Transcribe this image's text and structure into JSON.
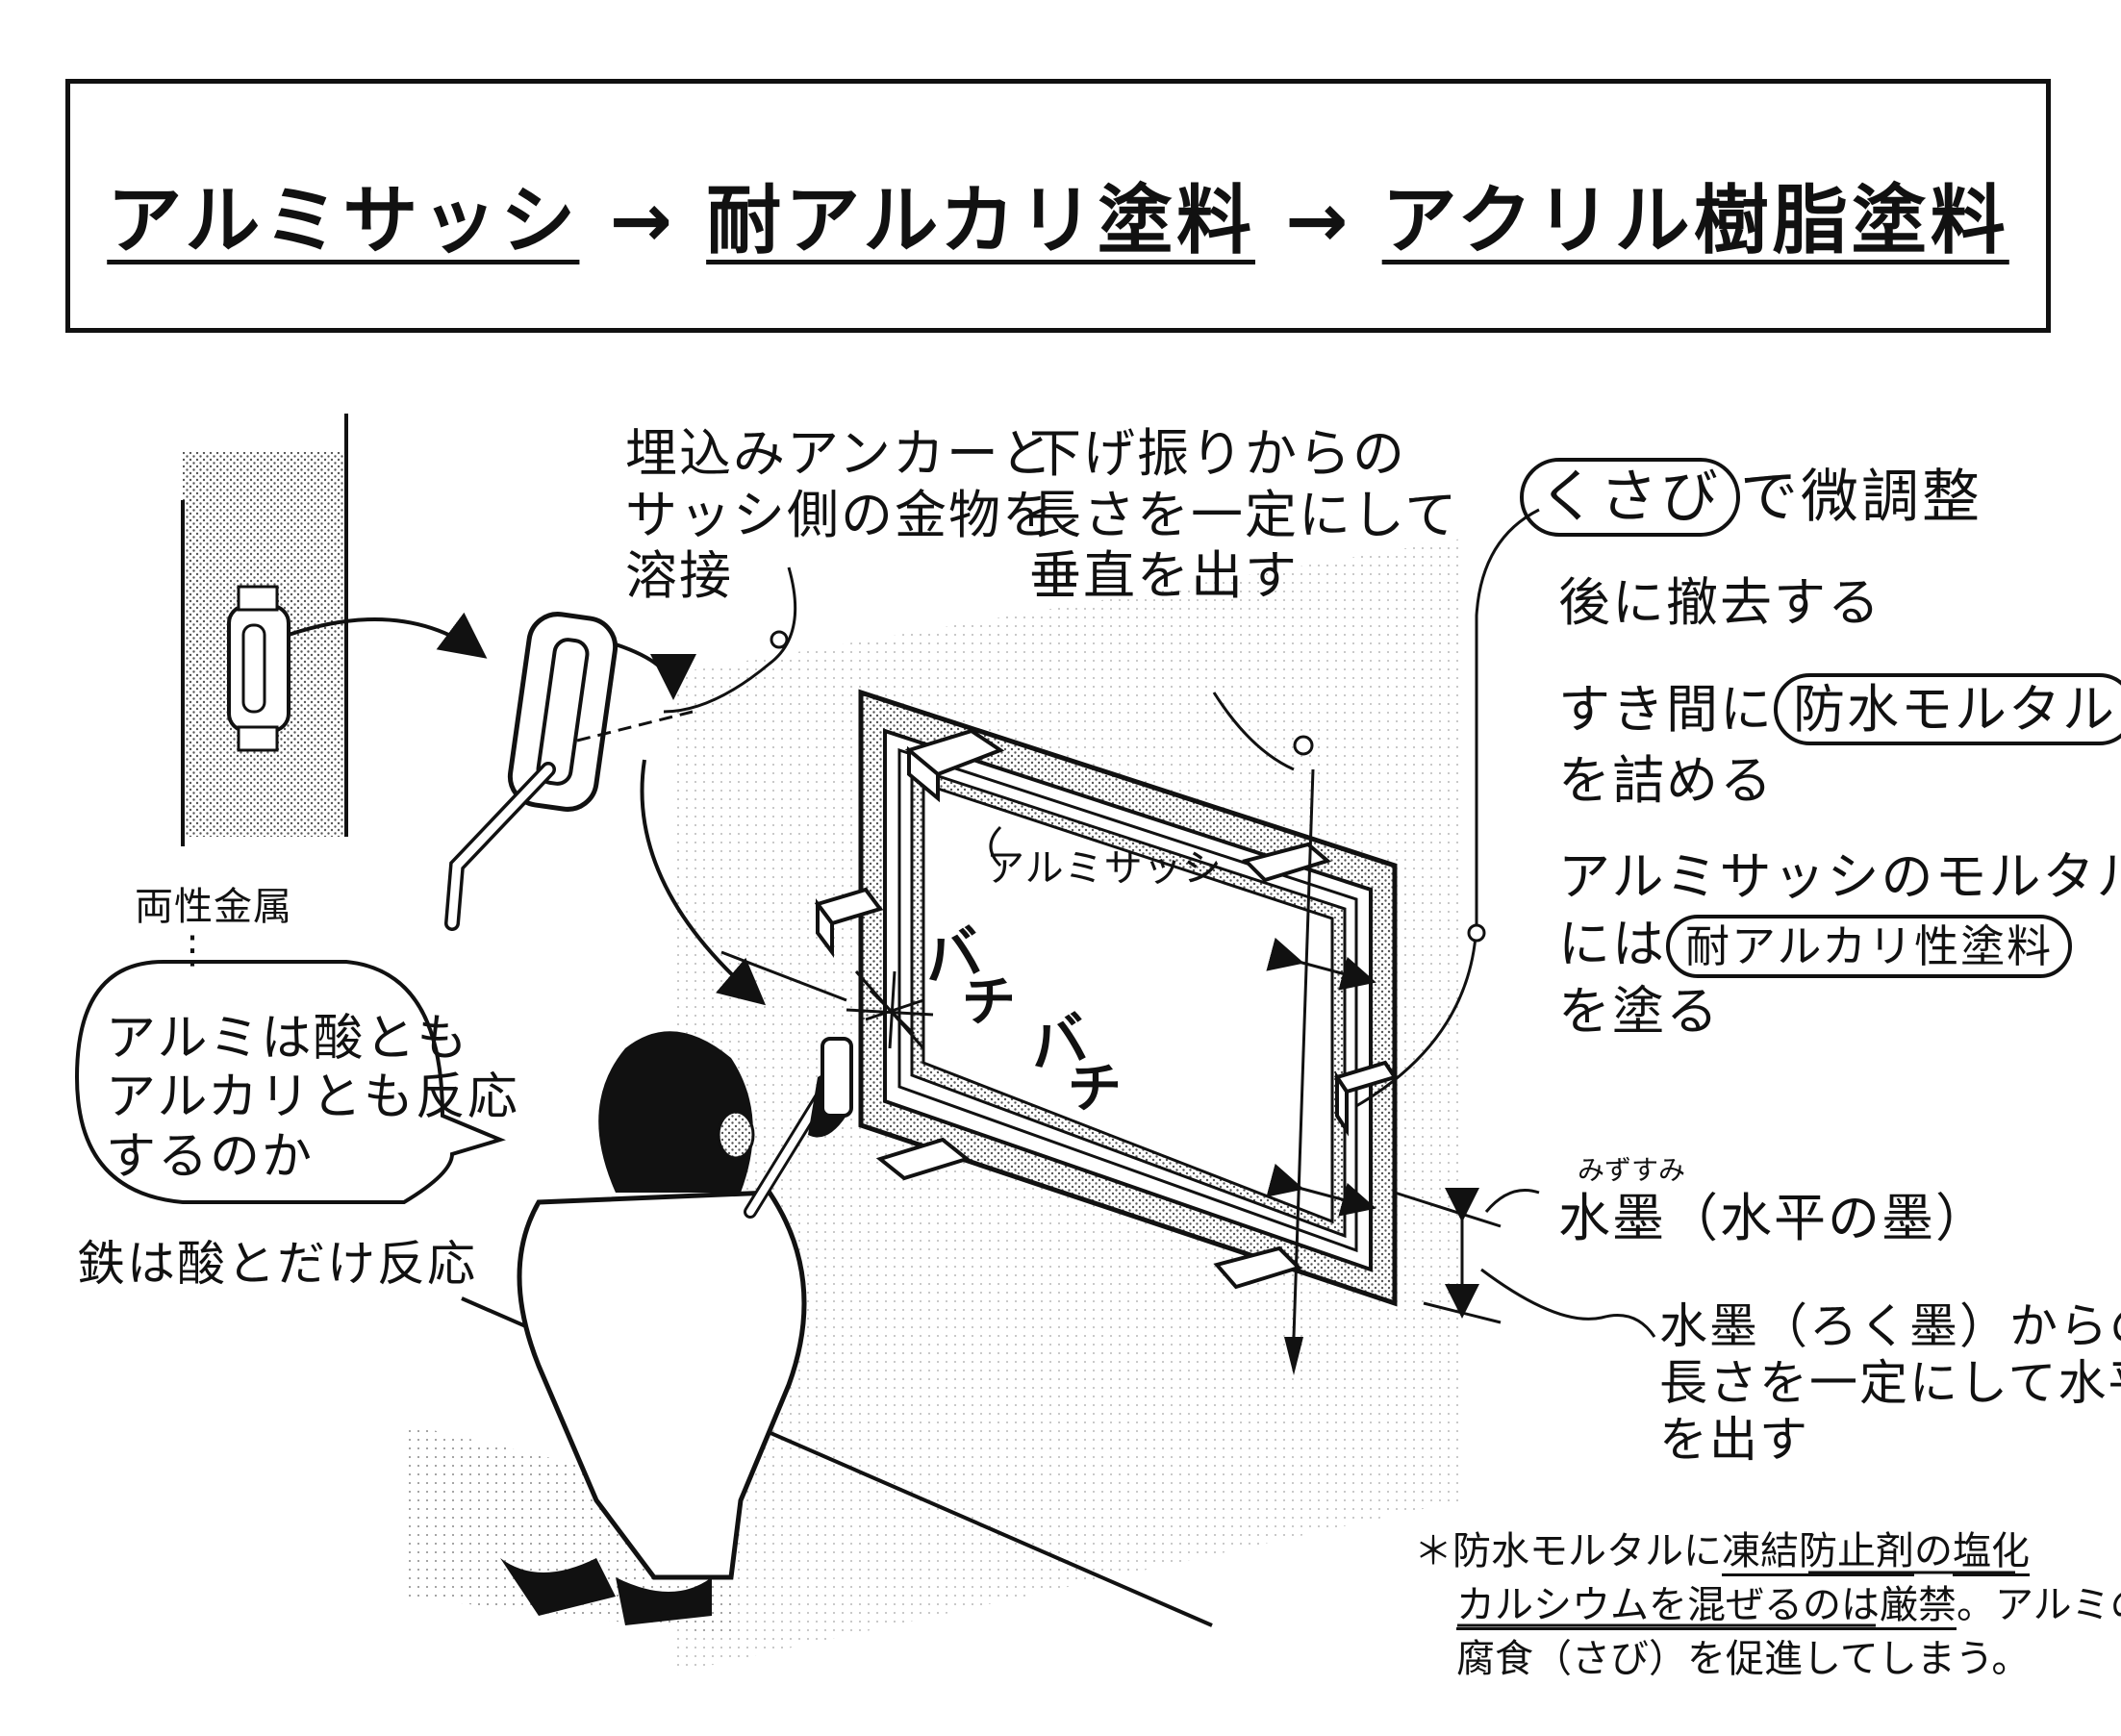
{
  "title": {
    "seg1": "アルミサッシ",
    "arrow1": "→",
    "seg2": "耐アルカリ塗料",
    "arrow2": "→",
    "seg3": "アクリル樹脂塗料"
  },
  "anchor_note": [
    "埋込みアンカーと",
    "サッシ側の金物を",
    "溶接"
  ],
  "plumb_note": [
    "下げ振りからの",
    "長さを一定にして",
    "垂直を出す"
  ],
  "wedge_note": {
    "circled": "くさび",
    "rest": "で微調整",
    "line2": "後に撤去する"
  },
  "mortar_note": {
    "pre": "すき間に",
    "circled": "防水モルタル",
    "asterisk": "*",
    "line2": "を詰める"
  },
  "paint_note": {
    "line1": "アルミサッシのモルタル側",
    "pre": "には",
    "circled": "耐アルカリ性塗料",
    "line3": "を塗る"
  },
  "sash_label": "アルミサッシ",
  "spark_text": [
    "バ",
    "チ",
    "バ",
    "チ"
  ],
  "amphoteric": {
    "label": "両性金属",
    "dots": "⋮"
  },
  "speech": [
    "アルミは酸とも",
    "アルカリとも反応",
    "するのか"
  ],
  "iron_note": "鉄は酸とだけ反応",
  "mizusumi": {
    "ruby": "みずすみ",
    "label": "水墨（水平の墨）"
  },
  "level_note": [
    "水墨（ろく墨）からの",
    "長さを一定にして水平",
    "を出す"
  ],
  "footnote": {
    "mark": "＊",
    "line1a": "防水モルタルに",
    "line1b": "凍結防止剤",
    "line1c": "の",
    "line1d": "塩化",
    "line2a": "カルシウムを混ぜるのは",
    "line2b": "厳禁",
    "line2c": "。アルミの",
    "line3": "腐食（さび）を促進してしまう。"
  }
}
